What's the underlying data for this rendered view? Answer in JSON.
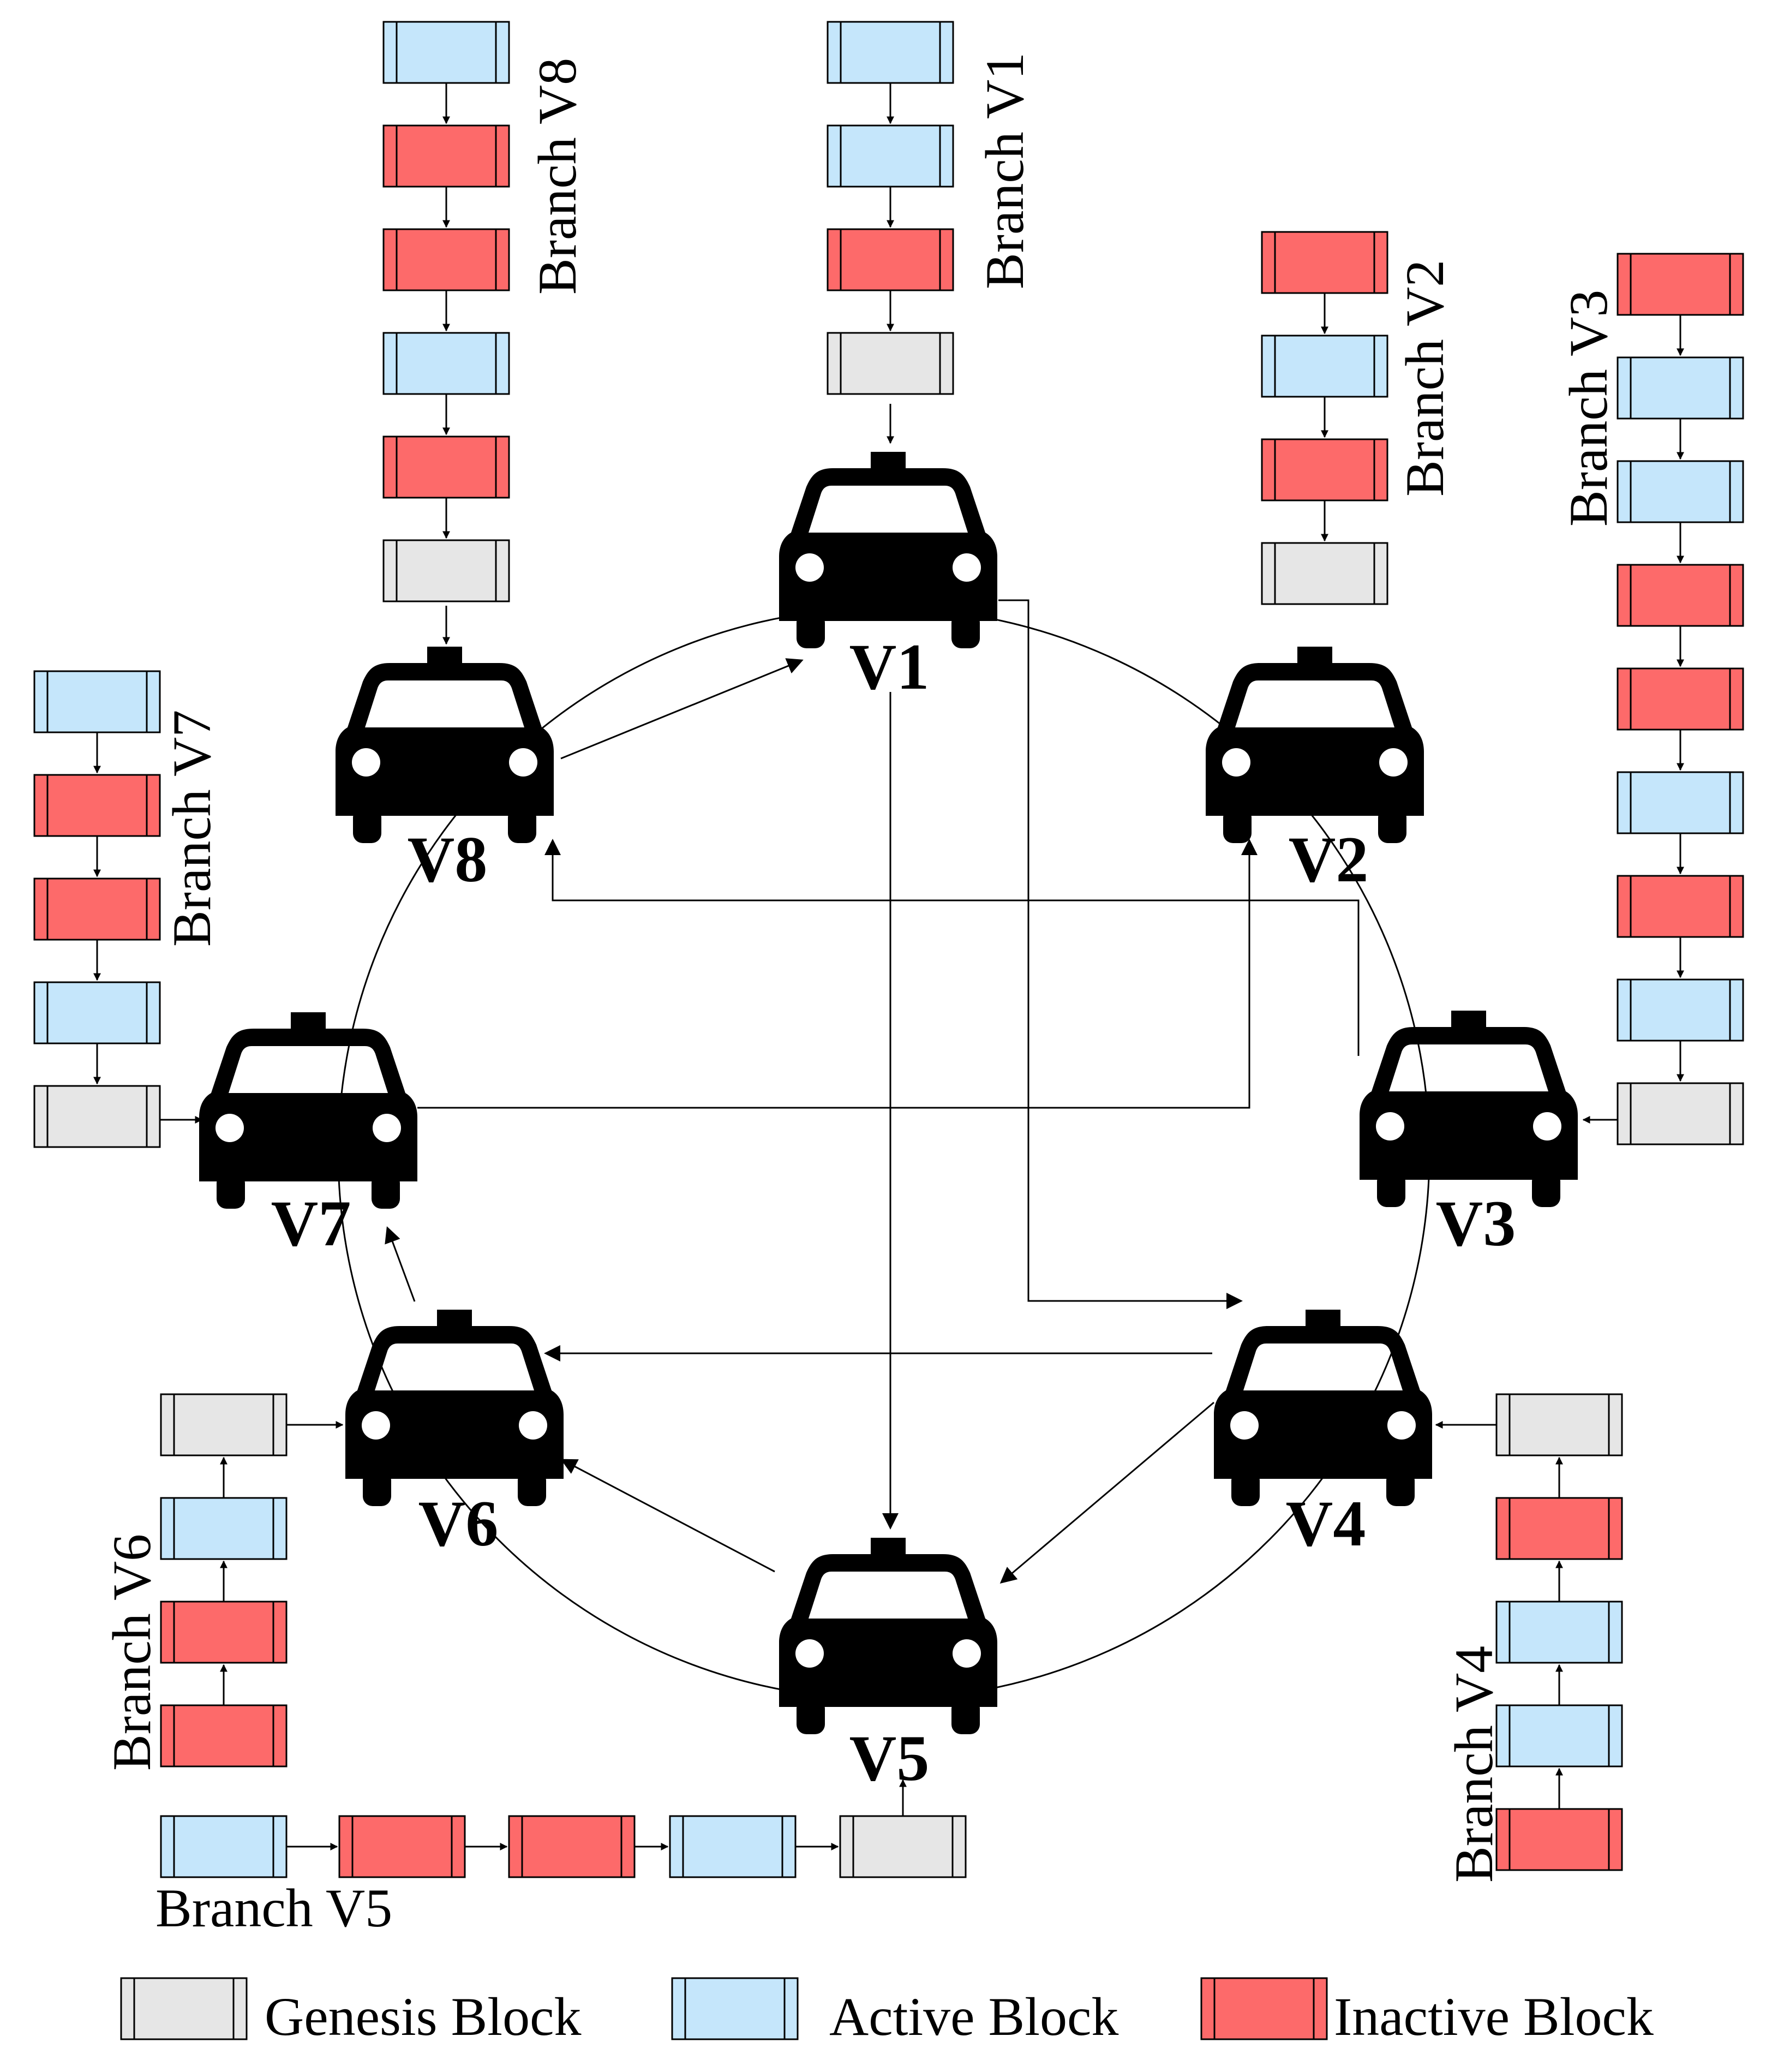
{
  "colors": {
    "genesis": "#e6e6e6",
    "active": "#c5e6fb",
    "inactive": "#fd6a6a",
    "line": "#000000"
  },
  "icon": "car-icon",
  "vehicles": [
    {
      "id": "V1",
      "label": "V1"
    },
    {
      "id": "V2",
      "label": "V2"
    },
    {
      "id": "V3",
      "label": "V3"
    },
    {
      "id": "V4",
      "label": "V4"
    },
    {
      "id": "V5",
      "label": "V5"
    },
    {
      "id": "V6",
      "label": "V6"
    },
    {
      "id": "V7",
      "label": "V7"
    },
    {
      "id": "V8",
      "label": "V8"
    }
  ],
  "branches": [
    {
      "vehicle": "V1",
      "label": "Branch V1",
      "blocks": [
        "active",
        "active",
        "inactive",
        "genesis"
      ]
    },
    {
      "vehicle": "V2",
      "label": "Branch V2",
      "blocks": [
        "inactive",
        "active",
        "inactive",
        "genesis"
      ]
    },
    {
      "vehicle": "V3",
      "label": "Branch V3",
      "blocks": [
        "inactive",
        "active",
        "active",
        "inactive",
        "inactive",
        "active",
        "inactive",
        "active",
        "genesis"
      ]
    },
    {
      "vehicle": "V4",
      "label": "Branch V4",
      "blocks": [
        "genesis",
        "inactive",
        "active",
        "active",
        "inactive"
      ]
    },
    {
      "vehicle": "V5",
      "label": "Branch V5",
      "blocks": [
        "active",
        "inactive",
        "inactive",
        "active",
        "genesis"
      ]
    },
    {
      "vehicle": "V6",
      "label": "Branch V6",
      "blocks": [
        "genesis",
        "active",
        "inactive",
        "inactive"
      ]
    },
    {
      "vehicle": "V7",
      "label": "Branch V7",
      "blocks": [
        "active",
        "inactive",
        "inactive",
        "active",
        "genesis"
      ]
    },
    {
      "vehicle": "V8",
      "label": "Branch V8",
      "blocks": [
        "active",
        "inactive",
        "inactive",
        "active",
        "inactive",
        "genesis"
      ]
    }
  ],
  "connections": [
    {
      "from": "V8",
      "to": "V1"
    },
    {
      "from": "V1",
      "to": "V4"
    },
    {
      "from": "V1",
      "to": "V5"
    },
    {
      "from": "V3",
      "to": "V8"
    },
    {
      "from": "V7",
      "to": "V2"
    },
    {
      "from": "V4",
      "to": "V6"
    },
    {
      "from": "V4",
      "to": "V5"
    },
    {
      "from": "V5",
      "to": "V6"
    },
    {
      "from": "V6",
      "to": "V7"
    }
  ],
  "legend": [
    {
      "type": "genesis",
      "label": "Genesis Block"
    },
    {
      "type": "active",
      "label": "Active Block"
    },
    {
      "type": "inactive",
      "label": "Inactive Block"
    }
  ]
}
